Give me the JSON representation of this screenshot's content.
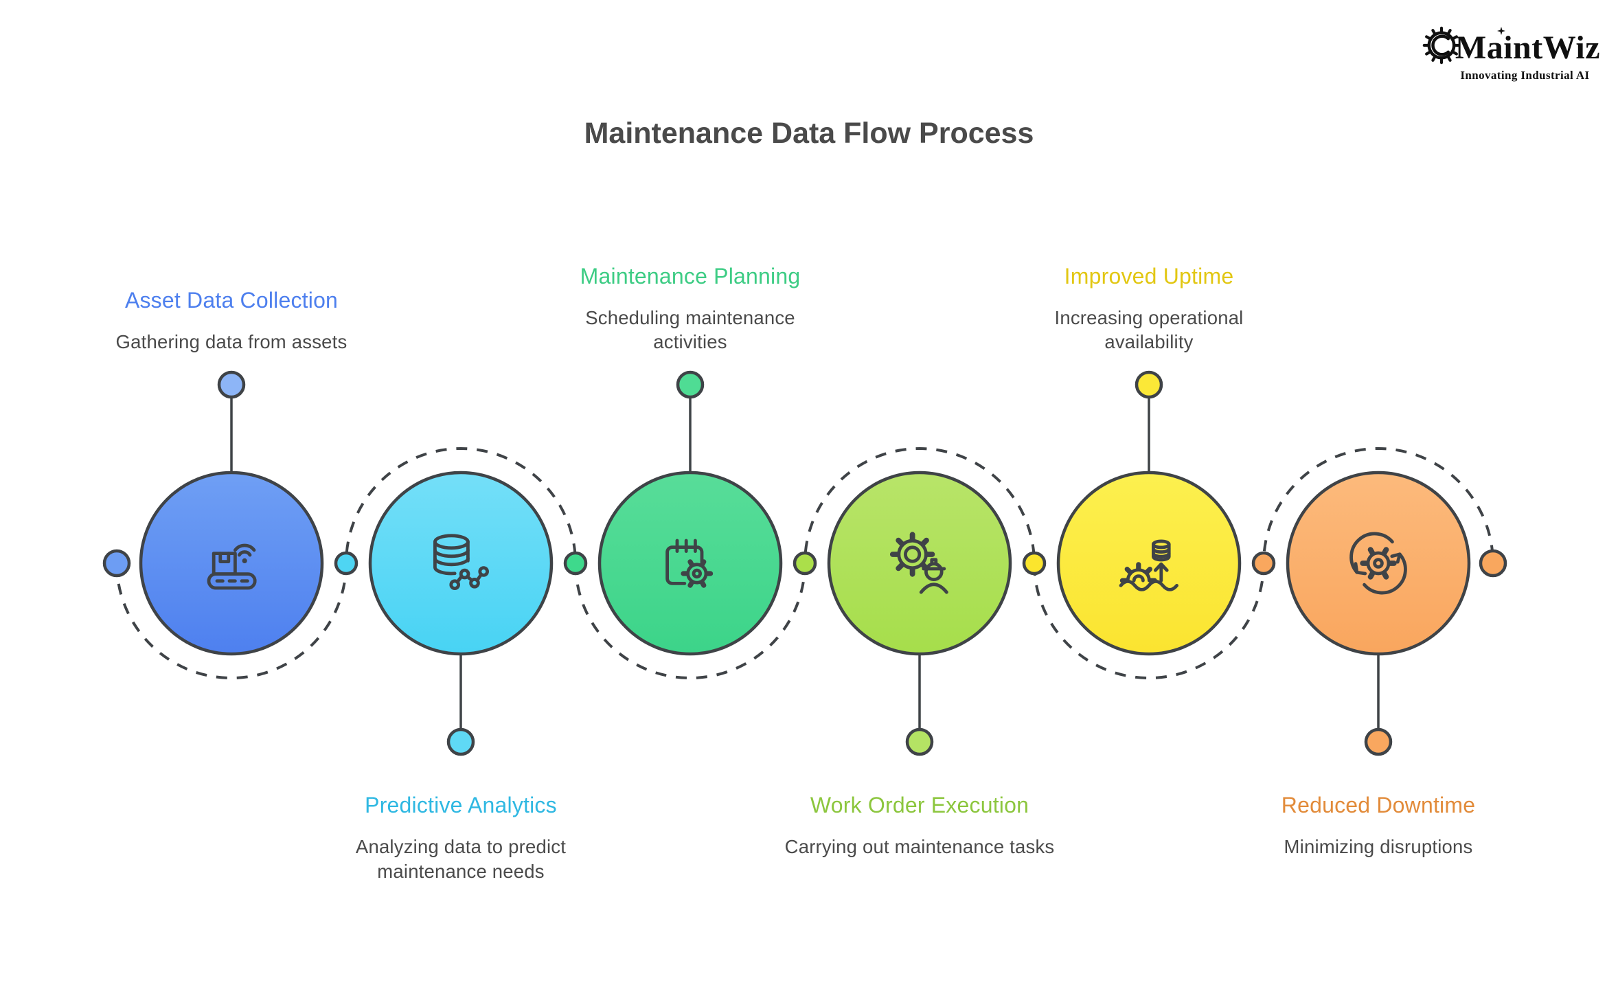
{
  "logo": {
    "name": "MaintWiz",
    "tagline": "Innovating Industrial AI"
  },
  "header": {
    "title": "Maintenance Data Flow Process",
    "title_color": "#4a4a4a"
  },
  "connector": {
    "line_color": "#3f4347",
    "left_end_dot_color": "#6d9df3",
    "mid_dot_colors": [
      "#4ed5f3",
      "#3ed98c",
      "#abdf4a",
      "#fbe52d",
      "#f9a75e"
    ],
    "right_end_dot_color": "#f9a75e"
  },
  "nodes": [
    {
      "title": "Asset Data Collection",
      "subtitle": "Gathering data from assets",
      "label_position": "top",
      "accent_color": "#4d7fee",
      "gradient_top": "#6f9ff4",
      "gradient_bottom": "#4e80ef",
      "stem_dot_color": "#8db5f7",
      "icon": "conveyor-wifi-icon"
    },
    {
      "title": "Predictive Analytics",
      "subtitle": "Analyzing data to predict\nmaintenance needs",
      "label_position": "bottom",
      "accent_color": "#2fb8e2",
      "gradient_top": "#74dff8",
      "gradient_bottom": "#48d3f4",
      "stem_dot_color": "#5fd9f5",
      "icon": "database-network-icon"
    },
    {
      "title": "Maintenance Planning",
      "subtitle": "Scheduling maintenance\nactivities",
      "label_position": "top",
      "accent_color": "#3dcc84",
      "gradient_top": "#58dd99",
      "gradient_bottom": "#3cd489",
      "stem_dot_color": "#4fdc94",
      "icon": "calendar-gear-icon"
    },
    {
      "title": "Work Order Execution",
      "subtitle": "Carrying out maintenance tasks",
      "label_position": "bottom",
      "accent_color": "#8cc63e",
      "gradient_top": "#b8e469",
      "gradient_bottom": "#a6de4b",
      "stem_dot_color": "#b4e364",
      "icon": "gear-worker-icon"
    },
    {
      "title": "Improved Uptime",
      "subtitle": "Increasing operational\navailability",
      "label_position": "top",
      "accent_color": "#e2c713",
      "gradient_top": "#fcf04f",
      "gradient_bottom": "#fbe430",
      "stem_dot_color": "#fbe837",
      "icon": "uptime-gear-icon"
    },
    {
      "title": "Reduced Downtime",
      "subtitle": "Minimizing disruptions",
      "label_position": "bottom",
      "accent_color": "#e28b3a",
      "gradient_top": "#fcba7c",
      "gradient_bottom": "#f9a65e",
      "stem_dot_color": "#f9a75f",
      "icon": "refresh-gear-icon"
    }
  ]
}
